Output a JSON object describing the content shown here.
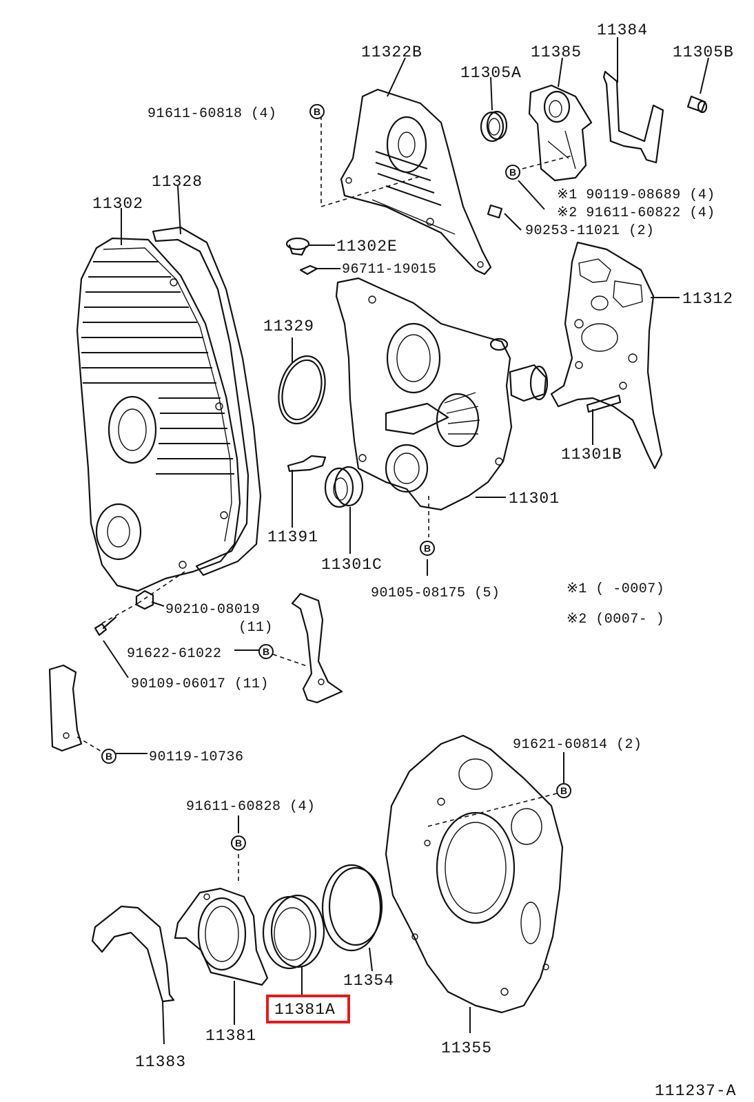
{
  "diagram_id": "111237-A",
  "highlight_color": "#e31b1b",
  "marker_symbol": "B",
  "parts": {
    "p11384": "11384",
    "p11322B": "11322B",
    "p11385": "11385",
    "p11305B": "11305B",
    "p11305A": "11305A",
    "p91611_60818": "91611-60818 (4)",
    "p11328": "11328",
    "p11302": "11302",
    "p90119_08689": "※1  90119-08689 (4)",
    "p91611_60822": "※2  91611-60822 (4)",
    "p90253_11021": "90253-11021 (2)",
    "p11302E": "11302E",
    "p96711_19015": "96711-19015",
    "p11312": "11312",
    "p11329": "11329",
    "p11301B": "11301B",
    "p11301": "11301",
    "p11391": "11391",
    "p11301C": "11301C",
    "p90105_08175": "90105-08175 (5)",
    "p90210_08019": "90210-08019",
    "p90210_qty": "(11)",
    "p91622_61022": "91622-61022",
    "p90109_06017": "90109-06017 (11)",
    "p90119_10736": "90119-10736",
    "p91621_60814": "91621-60814 (2)",
    "p91611_60828": "91611-60828 (4)",
    "p11354": "11354",
    "p11381A": "11381A",
    "p11381": "11381",
    "p11355": "11355",
    "p11383": "11383"
  },
  "notes": {
    "note1": "※1  (        -0007)",
    "note2": "※2  (0007-        )"
  }
}
